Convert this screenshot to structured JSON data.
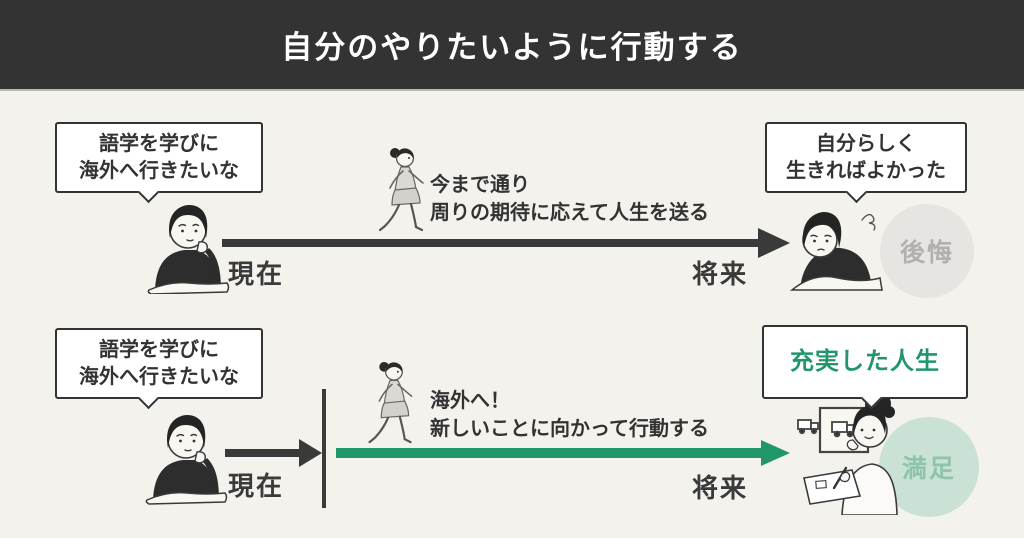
{
  "colors": {
    "header_bg": "#333333",
    "header_text": "#ffffff",
    "canvas_bg": "#f4f2ed",
    "ink": "#3a3a3a",
    "accent_green": "#21966b",
    "bubble_bg": "#ffffff",
    "bubble_border": "#333333",
    "regret_circle_bg": "#e6e5e2",
    "regret_text": "#b1b0ad",
    "satisfaction_circle_bg": "#c9e2d5",
    "satisfaction_text": "#8fc4aa"
  },
  "header": {
    "title": "自分のやりたいように行動する"
  },
  "scenarios": {
    "conform": {
      "thought": {
        "line1": "語学を学びに",
        "line2": "海外へ行きたいな"
      },
      "present_label": "現在",
      "future_label": "将来",
      "path_caption": {
        "line1": "今まで通り",
        "line2": "周りの期待に応えて人生を送る"
      },
      "outcome": {
        "line1": "自分らしく",
        "line2": "生きればよかった"
      },
      "badge": "後悔"
    },
    "act": {
      "thought": {
        "line1": "語学を学びに",
        "line2": "海外へ行きたいな"
      },
      "present_label": "現在",
      "future_label": "将来",
      "path_caption": {
        "line1": "海外へ！",
        "line2": "新しいことに向かって行動する"
      },
      "outcome": {
        "line1": "充実した人生"
      },
      "badge": "満足"
    }
  },
  "icons": {
    "thinking_woman": "thinking-woman-illustration",
    "walking_woman": "walking-woman-illustration",
    "regret_woman": "slumped-regret-woman-illustration",
    "satisfied_woman": "drawing-satisfied-woman-illustration"
  }
}
